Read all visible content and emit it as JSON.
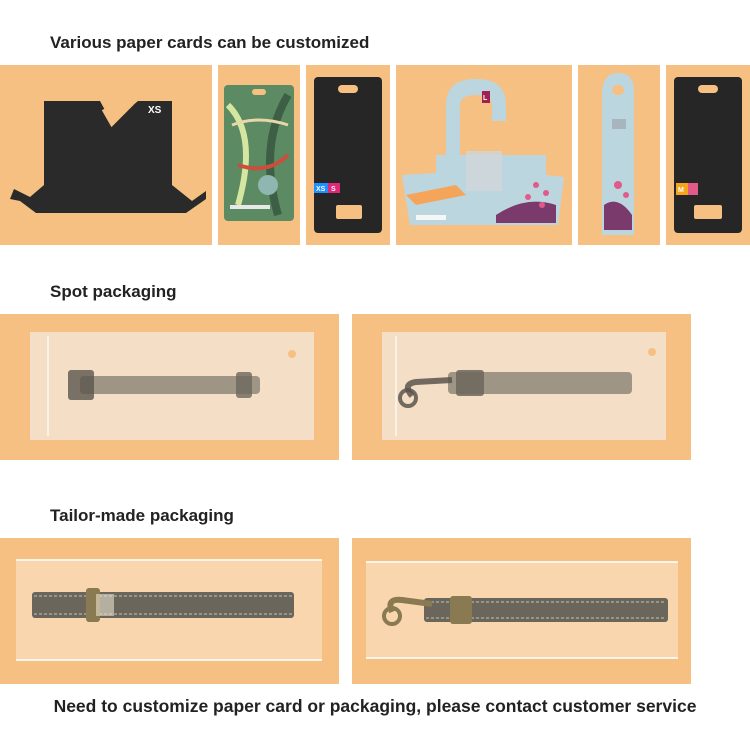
{
  "sections": {
    "paper_cards": {
      "title": "Various paper cards can be customized"
    },
    "spot_packaging": {
      "title": "Spot packaging"
    },
    "tailor_made": {
      "title": "Tailor-made packaging"
    }
  },
  "card_labels": {
    "card1_size": "XS",
    "card3_size_a": "XS",
    "card3_size_b": "S",
    "card4_size": "L",
    "card6_size": "M"
  },
  "footer": {
    "text": "Need to customize paper card or packaging, please contact customer service"
  },
  "colors": {
    "background": "#f6c083",
    "card_dark": "#2a2a2a",
    "card_blue": "#bcd6e0",
    "accent_pink": "#e05a8a",
    "bag_frosted": "#f3e2cc",
    "strap_grey": "#6b665c"
  }
}
